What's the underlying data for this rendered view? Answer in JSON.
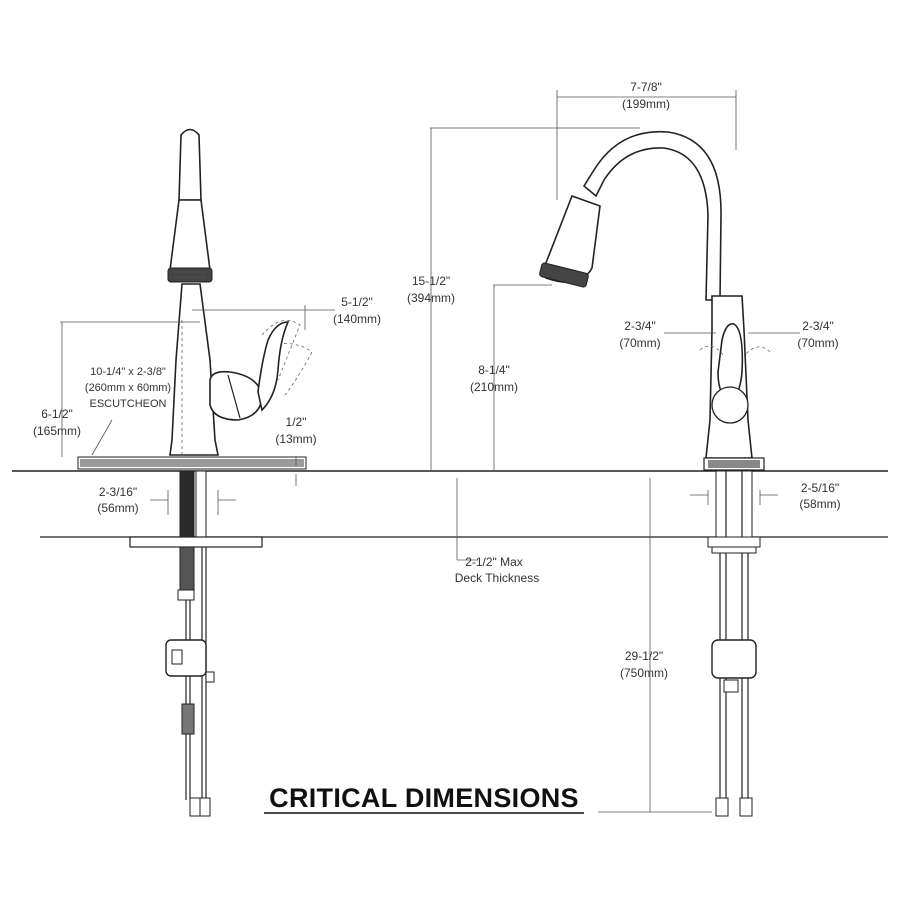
{
  "title": "CRITICAL DIMENSIONS",
  "side_view": {
    "handle_reach": [
      "5-1/2\"",
      "(140mm)"
    ],
    "escutcheon": [
      "10-1/4\" x 2-3/8\"",
      "(260mm x 60mm)",
      "ESCUTCHEON"
    ],
    "escutcheon_height": [
      "6-1/2\"",
      "(165mm)"
    ],
    "gap": [
      "1/2\"",
      "(13mm)"
    ],
    "hole_diameter": [
      "2-3/16\"",
      "(56mm)"
    ]
  },
  "front_view": {
    "spout_reach": [
      "7-7/8\"",
      "(199mm)"
    ],
    "overall_height": [
      "15-1/2\"",
      "(394mm)"
    ],
    "spout_height": [
      "8-1/4\"",
      "(210mm)"
    ],
    "handle_left": [
      "2-3/4\"",
      "(70mm)"
    ],
    "handle_right": [
      "2-3/4\"",
      "(70mm)"
    ],
    "base_diameter": [
      "2-5/16\"",
      "(58mm)"
    ],
    "deck_thickness": [
      "2-1/2\" Max",
      "Deck Thickness"
    ],
    "supply_length": [
      "29-1/2\"",
      "(750mm)"
    ]
  }
}
